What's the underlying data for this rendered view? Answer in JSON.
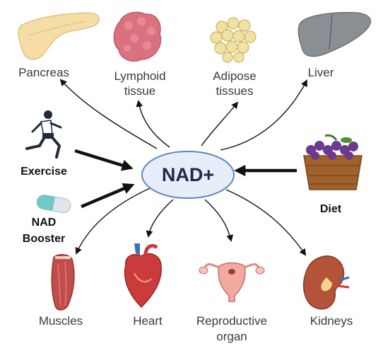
{
  "center": {
    "label": "NAD+"
  },
  "inputs": [
    {
      "id": "exercise",
      "label": "Exercise",
      "icon": "running-person-icon"
    },
    {
      "id": "nad-booster",
      "label_line1": "NAD",
      "label_line2": "Booster",
      "icon": "pill-capsule-icon"
    },
    {
      "id": "diet",
      "label": "Diet",
      "icon": "grape-basket-icon"
    }
  ],
  "targets": [
    {
      "id": "pancreas",
      "label": "Pancreas",
      "icon": "pancreas-icon"
    },
    {
      "id": "lymphoid",
      "label_line1": "Lymphoid",
      "label_line2": "tissue",
      "icon": "lymph-node-icon"
    },
    {
      "id": "adipose",
      "label_line1": "Adipose",
      "label_line2": "tissues",
      "icon": "fat-cells-icon"
    },
    {
      "id": "liver",
      "label": "Liver",
      "icon": "liver-icon"
    },
    {
      "id": "muscles",
      "label": "Muscles",
      "icon": "muscle-icon"
    },
    {
      "id": "heart",
      "label": "Heart",
      "icon": "heart-icon"
    },
    {
      "id": "reproductive",
      "label_line1": "Reproductive",
      "label_line2": "organ",
      "icon": "uterus-icon"
    },
    {
      "id": "kidneys",
      "label": "Kidneys",
      "icon": "kidney-icon"
    }
  ],
  "colors": {
    "center_fill": "#e7eef9",
    "center_stroke": "#5b87c6",
    "arrow": "#111111",
    "label_text": "#3a3a3a"
  }
}
